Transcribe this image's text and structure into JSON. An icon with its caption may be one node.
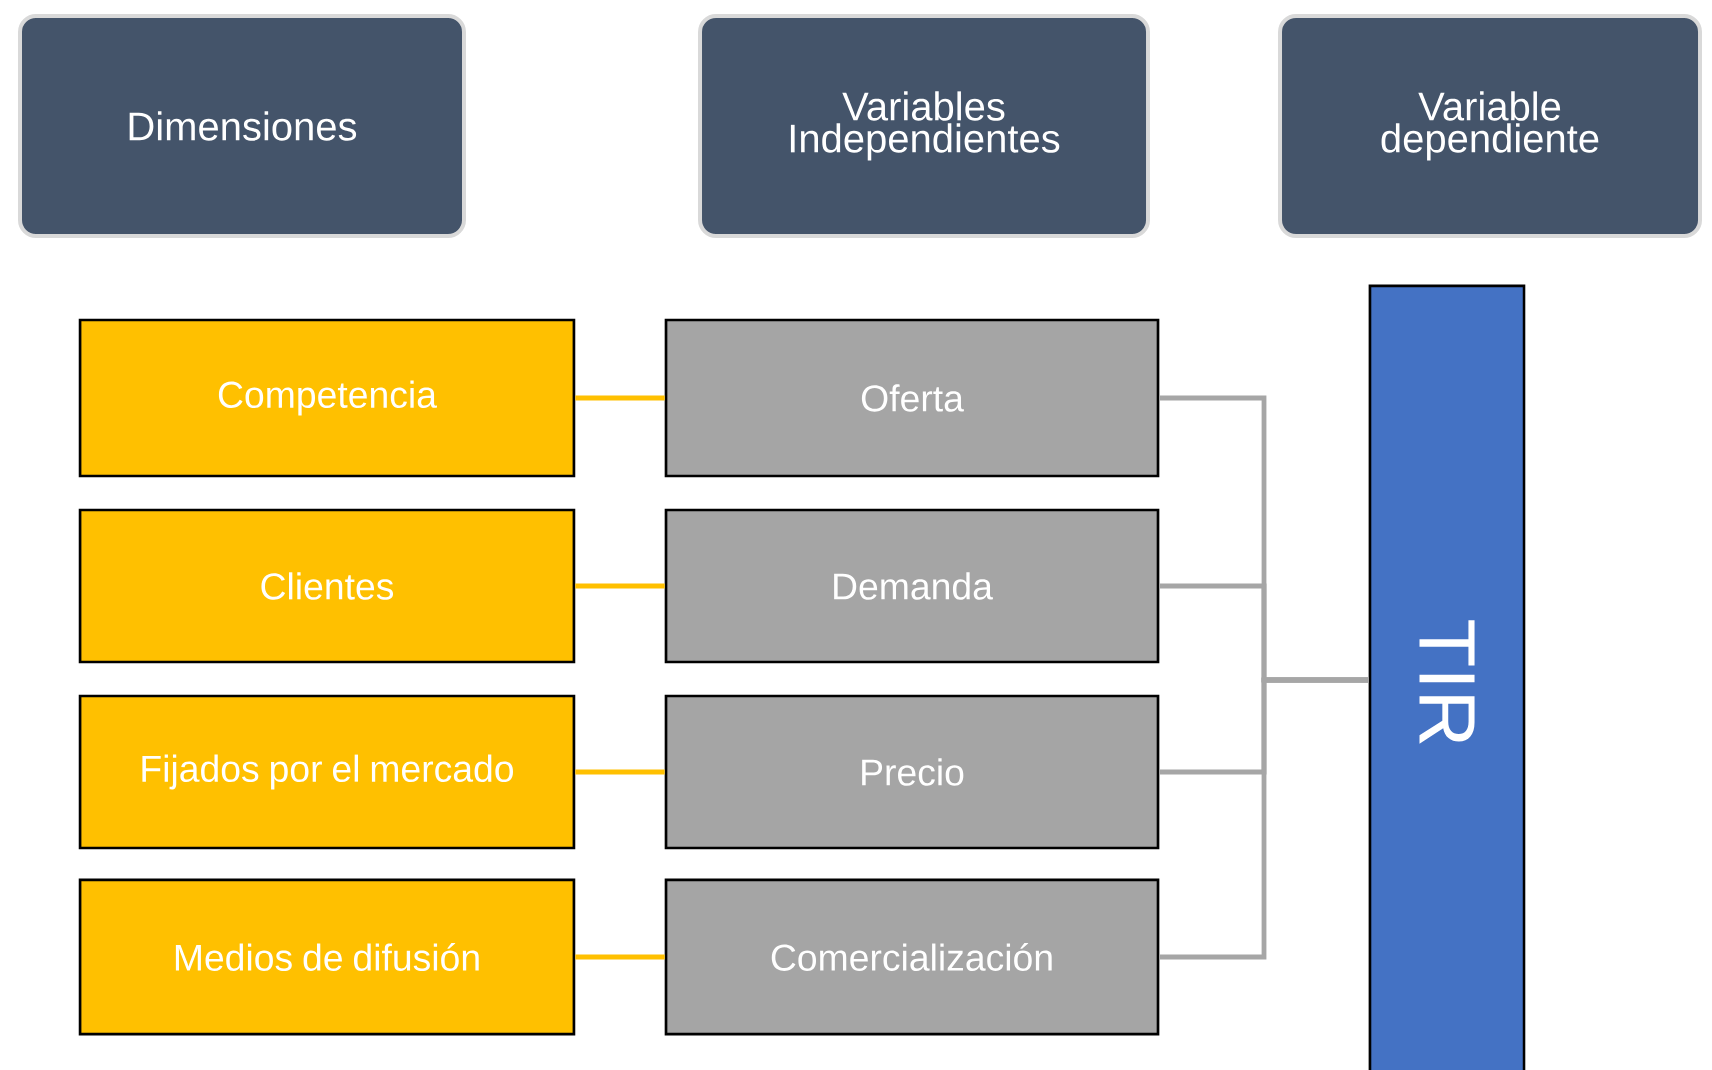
{
  "diagram": {
    "nodes": [
      {
        "text": [
          "Dimensiones"
        ]
      },
      {
        "text": [
          "Variables Independientes"
        ]
      },
      {
        "text": [
          "Variable dependiente"
        ]
      },
      {
        "text": [
          "Competencia"
        ]
      },
      {
        "text": [
          "Oferta"
        ]
      },
      {
        "text": [
          "Clientes"
        ]
      },
      {
        "text": [
          "Demanda"
        ]
      },
      {
        "text": [
          "Fijados por el mercado"
        ]
      },
      {
        "text": [
          "Precio"
        ]
      },
      {
        "text": [
          "Medios de difusión"
        ]
      },
      {
        "text": [
          "Comercialización"
        ]
      },
      {
        "text": [
          "TIR"
        ]
      }
    ],
    "edges": [
      {
        "from": 3,
        "to": 4,
        "arrow": "none",
        "color": "#ffc000"
      },
      {
        "from": 5,
        "to": 6,
        "arrow": "none",
        "color": "#ffc000"
      },
      {
        "from": 7,
        "to": 8,
        "arrow": "none",
        "color": "#ffc000"
      },
      {
        "from": 9,
        "to": 10,
        "arrow": "none",
        "color": "#ffc000"
      },
      {
        "from": 4,
        "to": 11,
        "arrow": "none",
        "color": "#a6a6a6"
      },
      {
        "from": 6,
        "to": 11,
        "arrow": "none",
        "color": "#a6a6a6"
      },
      {
        "from": 8,
        "to": 11,
        "arrow": "none",
        "color": "#a6a6a6"
      },
      {
        "from": 10,
        "to": 11,
        "arrow": "none",
        "color": "#a6a6a6"
      }
    ]
  }
}
